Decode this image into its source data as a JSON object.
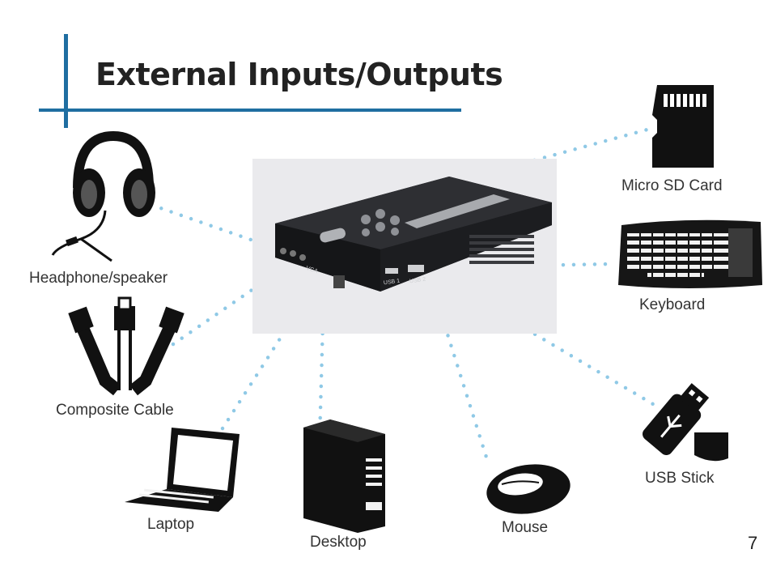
{
  "slide": {
    "title": "External Inputs/Outputs",
    "page_number": "7",
    "accent_color": "#1f6ea1",
    "connector_color": "#8fc9e6"
  },
  "device": {
    "port_labels": [
      "USB 1",
      "USB 2",
      "VGA"
    ]
  },
  "peripherals": [
    {
      "label": "Micro SD Card",
      "icon": "micro-sd-card-icon"
    },
    {
      "label": "Keyboard",
      "icon": "keyboard-icon"
    },
    {
      "label": "Headphone/speaker",
      "icon": "headphones-icon"
    },
    {
      "label": "Composite Cable",
      "icon": "composite-cable-icon"
    },
    {
      "label": "Laptop",
      "icon": "laptop-icon"
    },
    {
      "label": "Desktop",
      "icon": "desktop-tower-icon"
    },
    {
      "label": "Mouse",
      "icon": "mouse-icon"
    },
    {
      "label": "USB Stick",
      "icon": "usb-stick-icon"
    }
  ]
}
